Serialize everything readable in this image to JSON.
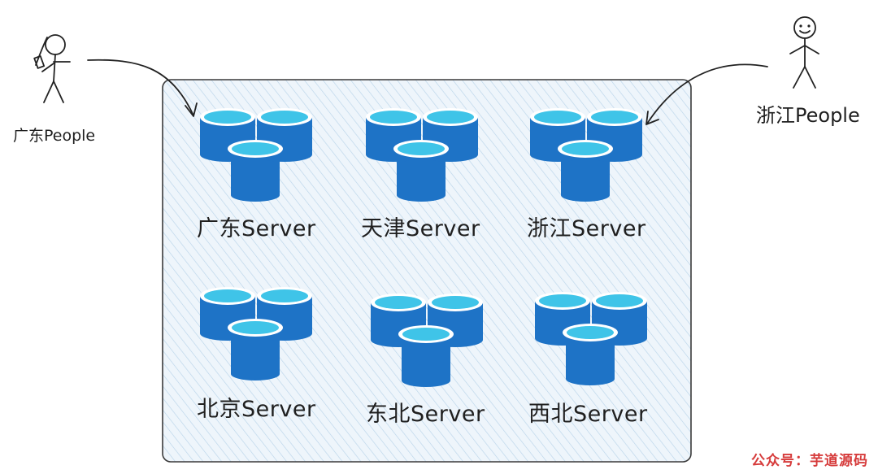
{
  "people": [
    {
      "id": "guangdong",
      "label": "广东People"
    },
    {
      "id": "zhejiang",
      "label": "浙江People"
    }
  ],
  "servers": [
    {
      "label": "广东Server"
    },
    {
      "label": "天津Server"
    },
    {
      "label": "浙江Server"
    },
    {
      "label": "北京Server"
    },
    {
      "label": "东北Server"
    },
    {
      "label": "西北Server"
    }
  ],
  "watermark": "公众号：芋道源码",
  "colors": {
    "db_blue": "#1e73c6",
    "db_top": "#3fc4e8",
    "panel_fill": "#e9f2f8",
    "hatch": "#b9d4ea",
    "panel_border": "#3a3a3a"
  }
}
